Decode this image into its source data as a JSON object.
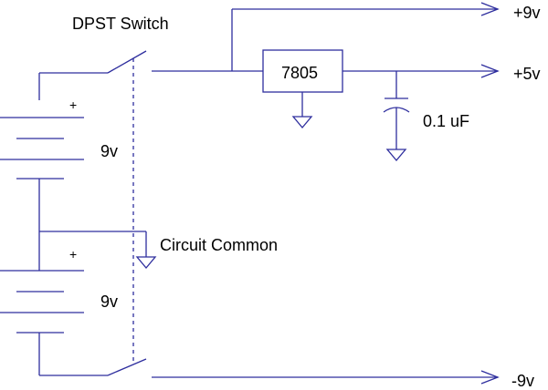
{
  "labels": {
    "switch": "DPST Switch",
    "regulator": "7805",
    "capacitor": "0.1 uF",
    "common": "Circuit Common",
    "battery_top": "9v",
    "battery_bottom": "9v",
    "plus_top": "+",
    "plus_bottom": "+",
    "out_p9": "+9v",
    "out_p5": "+5v",
    "out_m9": "-9v"
  }
}
